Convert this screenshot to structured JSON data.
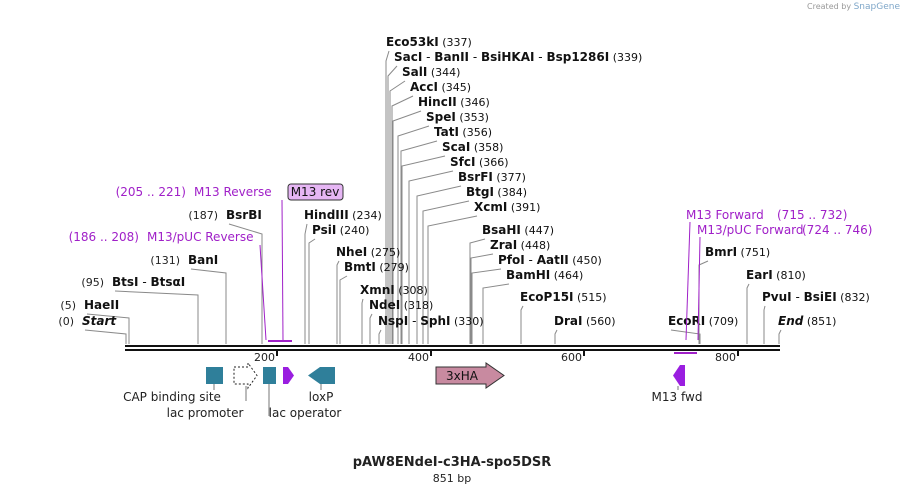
{
  "credit": {
    "prefix": "Created by",
    "brand": "SnapGene"
  },
  "plasmid": {
    "name": "pAW8ENdeI-c3HA-spo5DSR",
    "length_label": "851 bp"
  },
  "colors": {
    "primer": "#a020c8",
    "feature_teal": "#2f7f9a",
    "feature_purple": "#9a1ee0",
    "ha": "#c88aa0",
    "backbone": "#111111"
  },
  "ruler": {
    "ticks": [
      "200",
      "400",
      "600",
      "800"
    ]
  },
  "sites": [
    {
      "name": "Eco53kI",
      "pos": "(337)"
    },
    {
      "name": "SacI",
      "extra": [
        "BanII",
        "BsiHKAI",
        "Bsp1286I"
      ],
      "pos": "(339)"
    },
    {
      "name": "SalI",
      "pos": "(344)"
    },
    {
      "name": "AccI",
      "pos": "(345)"
    },
    {
      "name": "HincII",
      "pos": "(346)"
    },
    {
      "name": "SpeI",
      "pos": "(353)"
    },
    {
      "name": "TatI",
      "pos": "(356)"
    },
    {
      "name": "ScaI",
      "pos": "(358)"
    },
    {
      "name": "SfcI",
      "pos": "(366)"
    },
    {
      "name": "BsrFI",
      "pos": "(377)"
    },
    {
      "name": "BtgI",
      "pos": "(384)"
    },
    {
      "name": "XcmI",
      "pos": "(391)"
    },
    {
      "name": "BsaHI",
      "pos": "(447)"
    },
    {
      "name": "ZraI",
      "pos": "(448)"
    },
    {
      "name": "PfoI",
      "extra": [
        "AatII"
      ],
      "pos": "(450)"
    },
    {
      "name": "BamHI",
      "pos": "(464)"
    },
    {
      "name": "EcoP15I",
      "pos": "(515)"
    },
    {
      "name": "DraI",
      "pos": "(560)"
    },
    {
      "name": "EcoRI",
      "pos": "(709)"
    },
    {
      "name": "BmrI",
      "pos": "(751)"
    },
    {
      "name": "EarI",
      "pos": "(810)"
    },
    {
      "name": "PvuI",
      "extra": [
        "BsiEI"
      ],
      "pos": "(832)"
    },
    {
      "name": "End",
      "pos": "(851)"
    },
    {
      "name": "HindIII",
      "pos": "(234)"
    },
    {
      "name": "PsiI",
      "pos": "(240)"
    },
    {
      "name": "NheI",
      "pos": "(275)"
    },
    {
      "name": "BmtI",
      "pos": "(279)"
    },
    {
      "name": "XmnI",
      "pos": "(308)"
    },
    {
      "name": "NdeI",
      "pos": "(318)"
    },
    {
      "name": "NspI",
      "extra": [
        "SphI"
      ],
      "pos": "(330)"
    },
    {
      "name": "BsrBI",
      "pos": "(187)"
    },
    {
      "name": "BanI",
      "pos": "(131)"
    },
    {
      "name": "BtsI",
      "extra": [
        "BtsαI"
      ],
      "pos": "(95)"
    },
    {
      "name": "HaeII",
      "pos": "(5)"
    },
    {
      "name": "Start",
      "pos": "(0)"
    }
  ],
  "primers": [
    {
      "name": "M13 Reverse",
      "range": "(205 .. 221)"
    },
    {
      "name": "M13/pUC Reverse",
      "range": "(186 .. 208)"
    },
    {
      "name": "M13 Forward",
      "range": "(715 .. 732)"
    },
    {
      "name": "M13/pUC Forward",
      "range": "(724 .. 746)"
    }
  ],
  "primer_tag": "M13 rev",
  "features": [
    {
      "label": "CAP binding site"
    },
    {
      "label": "lac promoter"
    },
    {
      "label": "lac operator"
    },
    {
      "label": "loxP"
    },
    {
      "label": "3xHA"
    },
    {
      "label": "M13 fwd"
    }
  ]
}
